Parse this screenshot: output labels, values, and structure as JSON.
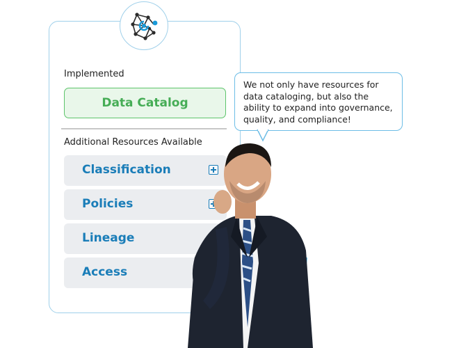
{
  "panel": {
    "implemented_label": "Implemented",
    "implemented_item": "Data Catalog",
    "additional_label": "Additional Resources Available",
    "resources": [
      {
        "label": "Classification",
        "has_add": true
      },
      {
        "label": "Policies",
        "has_add": true
      },
      {
        "label": "Lineage",
        "has_add": false
      },
      {
        "label": "Access",
        "has_add": false
      }
    ]
  },
  "logo": {
    "icon": "network-brain-logo-icon"
  },
  "bubble": {
    "text": "We not only have resources for data cataloging, but also the ability to expand into governance, quality, and compliance!"
  },
  "person": {
    "icon": "businessman-photo"
  },
  "colors": {
    "accent_blue": "#1a7db8",
    "border_blue": "#9fd0ea",
    "green": "#46ad56",
    "green_bg": "#e9f7ea",
    "item_bg": "#ebedf0"
  }
}
